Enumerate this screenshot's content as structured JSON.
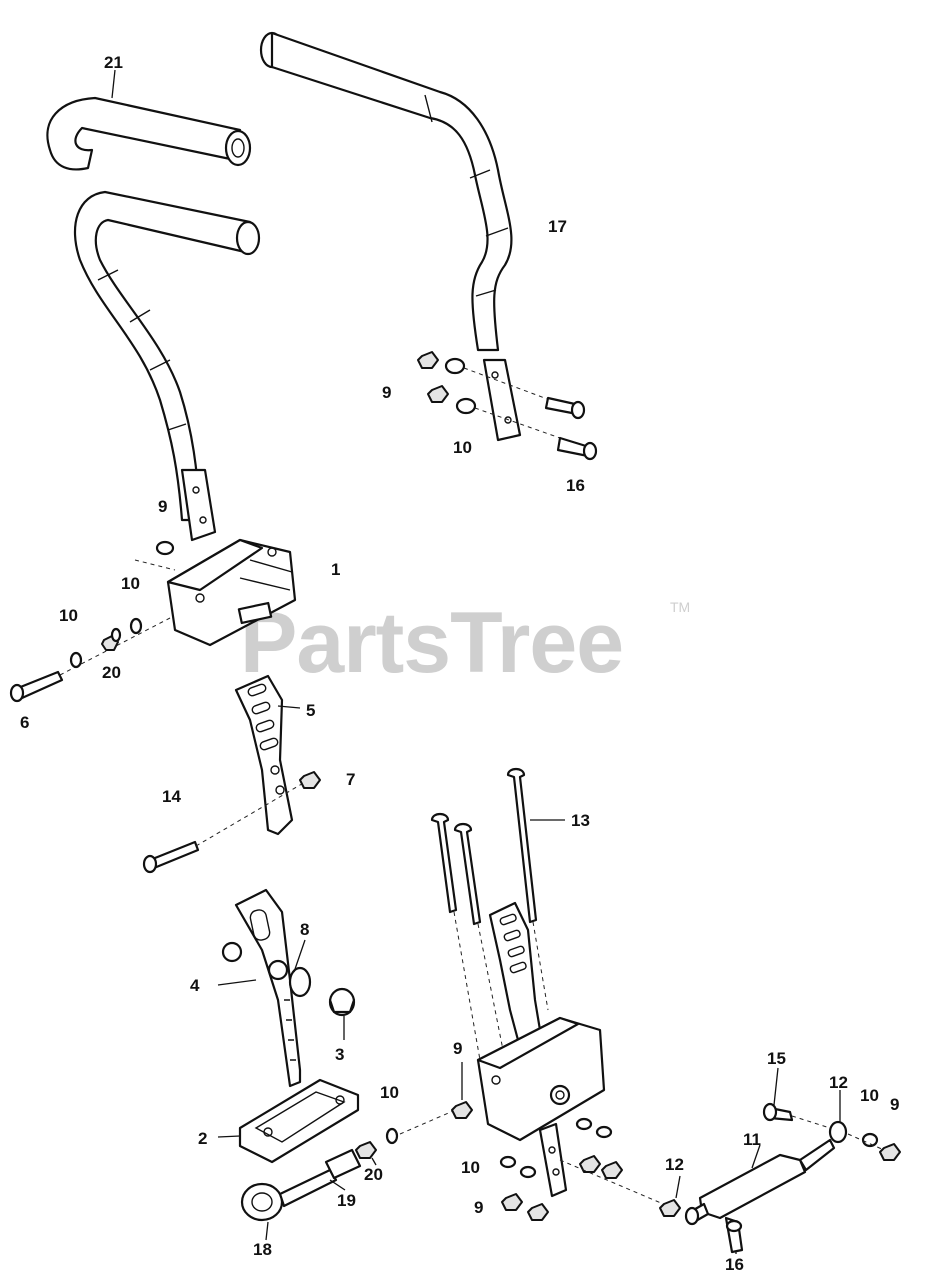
{
  "watermark": {
    "brand": "PartsTree",
    "trademark": "TM"
  },
  "callouts": {
    "c1": "1",
    "c2": "2",
    "c3": "3",
    "c4": "4",
    "c5": "5",
    "c6": "6",
    "c7": "7",
    "c8": "8",
    "c9a": "9",
    "c9b": "9",
    "c9c": "9",
    "c9d": "9",
    "c9e": "9",
    "c10a": "10",
    "c10b": "10",
    "c10c": "10",
    "c10d": "10",
    "c10e": "10",
    "c10f": "10",
    "c11": "11",
    "c12a": "12",
    "c12b": "12",
    "c13": "13",
    "c14": "14",
    "c15": "15",
    "c16a": "16",
    "c16b": "16",
    "c17": "17",
    "c18": "18",
    "c19": "19",
    "c20a": "20",
    "c20b": "20",
    "c21": "21"
  }
}
